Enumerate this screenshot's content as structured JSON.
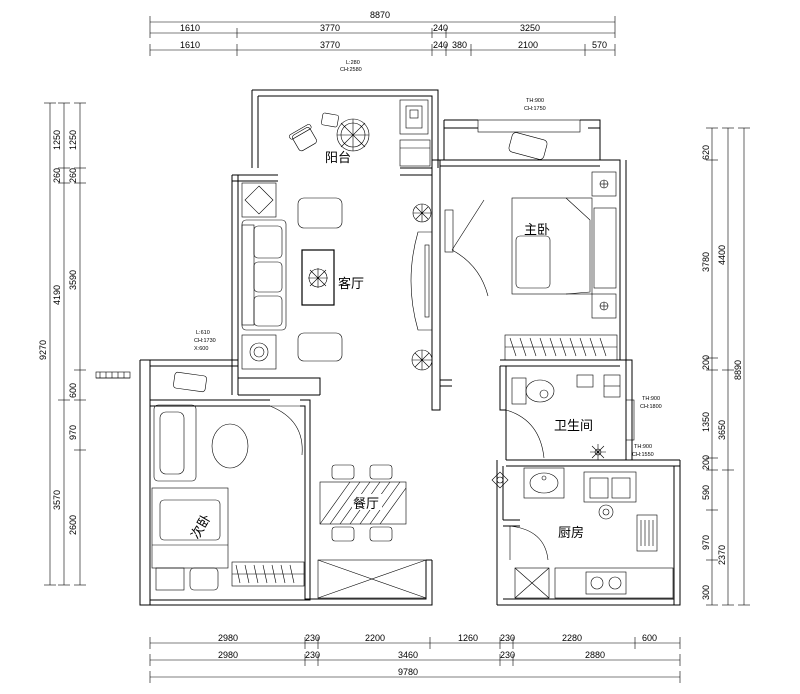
{
  "rooms": {
    "balcony": "阳台",
    "living": "客厅",
    "master": "主卧",
    "bath": "卫生间",
    "second": "次卧",
    "dining": "餐厅",
    "kitchen": "厨房"
  },
  "dims_top": {
    "total": "8870",
    "row1": [
      "1610",
      "3770",
      "240",
      "3250"
    ],
    "row2": [
      "1610",
      "3770",
      "240",
      "380",
      "2100",
      "570"
    ]
  },
  "dims_bottom": {
    "row1": [
      "2980",
      "230",
      "2200",
      "1260",
      "230",
      "2280",
      "600"
    ],
    "row2": [
      "2980",
      "230",
      "3460",
      "230",
      "2880"
    ],
    "total": "9780"
  },
  "dims_left": {
    "row1": [
      "1250",
      "260",
      "3590",
      "600",
      "970",
      "2600"
    ],
    "row2": [
      "1250",
      "260",
      "4190",
      "3570"
    ],
    "total": "9270"
  },
  "dims_right": {
    "row1": [
      "620",
      "3780",
      "200",
      "1350",
      "200",
      "590",
      "970",
      "300"
    ],
    "row2": [
      "4400",
      "3650",
      "2370"
    ],
    "total": "8890"
  },
  "notes": {
    "balcony": [
      "L:280",
      "CH:2580"
    ],
    "master": [
      "TH:900",
      "CH:1750"
    ],
    "second": [
      "L:610",
      "CH:1730",
      "X:600"
    ],
    "bath": [
      "TH:900",
      "CH:1800"
    ],
    "kitchen": [
      "TH:900",
      "CH:1550"
    ]
  }
}
